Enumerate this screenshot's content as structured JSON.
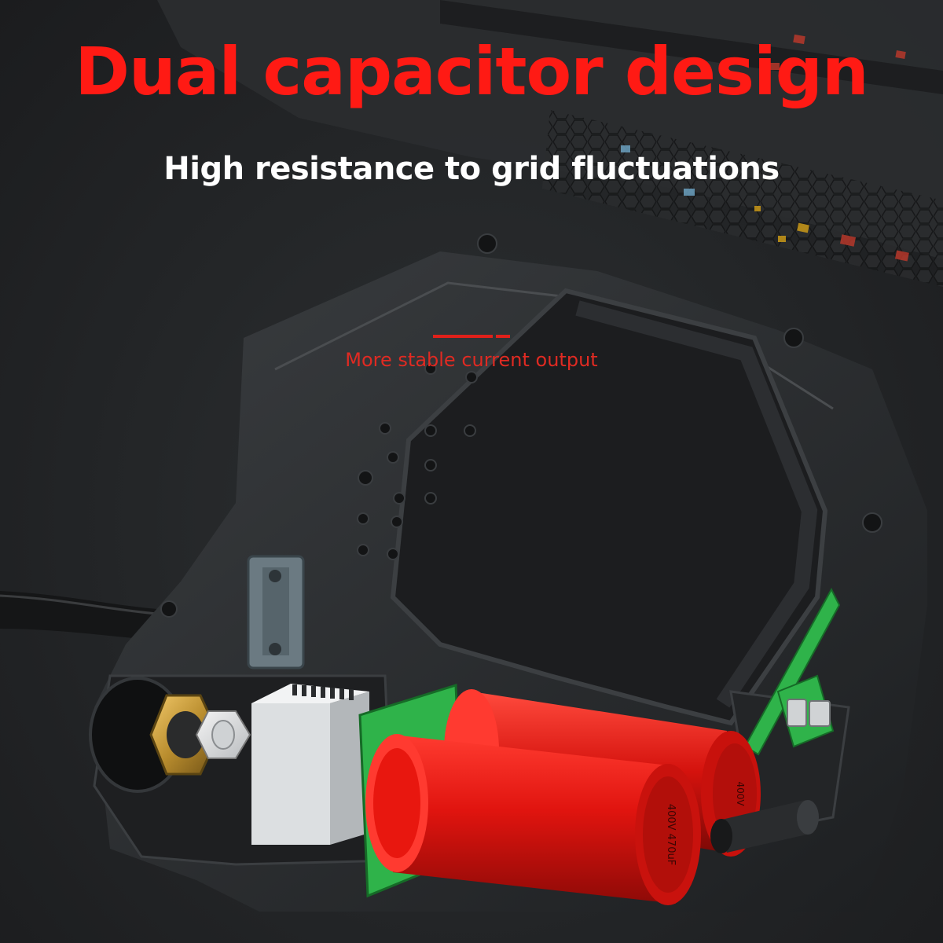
{
  "headline": "Dual capacitor design",
  "subheadline": "High resistance to grid fluctuations",
  "callout": "More stable current output",
  "capacitor_label_1": "400V 470uF",
  "capacitor_label_2": "400V",
  "colors": {
    "headline": "#ff1a14",
    "subheadline": "#ffffff",
    "callout": "#e02a22",
    "capacitor": "#e0140f",
    "circuit_board": "#2fb34a",
    "background": "#232527"
  }
}
